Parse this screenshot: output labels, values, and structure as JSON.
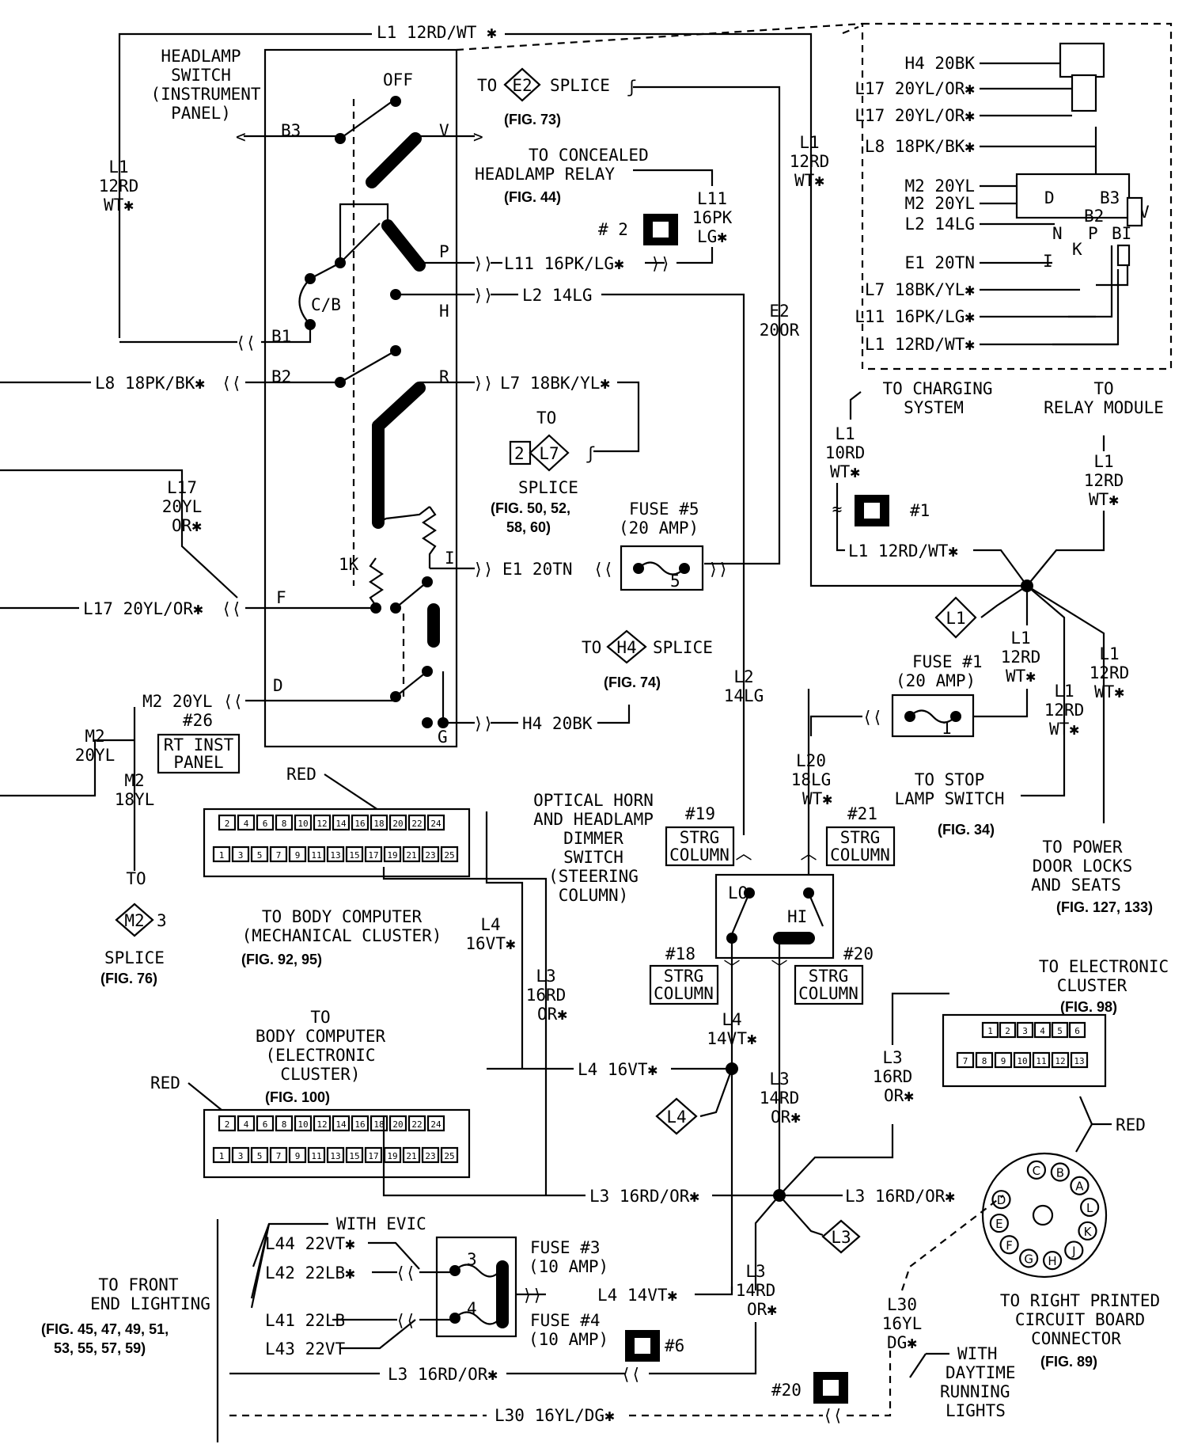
{
  "headlamp_switch": {
    "title": [
      "HEADLAMP",
      "SWITCH",
      "(INSTRUMENT",
      "PANEL)"
    ],
    "terminals": {
      "off": "OFF",
      "b3": "B3",
      "v": "V",
      "p": "P",
      "h": "H",
      "cb": "C/B",
      "b1": "B1",
      "b2": "B2",
      "r": "R",
      "i": "I",
      "f": "F",
      "d": "D",
      "g": "G",
      "onek": "1K"
    }
  },
  "wires": {
    "l1_top": "L1 12RD/WT ✱",
    "l1_left": [
      "L1",
      "12RD",
      "WT✱"
    ],
    "l1_right": [
      "L1",
      "12RD",
      "WT✱"
    ],
    "l11": "L11 16PK/LG✱",
    "l11_vert": [
      "L11",
      "16PK",
      "LG✱"
    ],
    "l2": "L2 14LG",
    "l2_vert": [
      "L2",
      "14LG"
    ],
    "e2_vert": [
      "E2",
      "20OR"
    ],
    "l8": "L8 18PK/BK✱",
    "l7": "L7 18BK/YL✱",
    "l17_vert": [
      "L17",
      "20YL",
      "OR✱"
    ],
    "l17": "L17 20YL/OR✱",
    "e1": "E1 20TN",
    "m2": "M2 20YL",
    "m2_vert": [
      "M2",
      "20YL"
    ],
    "m2_18": [
      "M2",
      "18YL"
    ],
    "h4": "H4 20BK",
    "l1_charge": [
      "L1",
      "10RD",
      "WT✱"
    ],
    "l1_relay": [
      "L1",
      "12RD",
      "WT✱"
    ],
    "l1_splice": "L1 12RD/WT✱",
    "l1_fuse1": [
      "L1",
      "12RD",
      "WT✱"
    ],
    "l1_stop": [
      "L1",
      "12RD",
      "WT✱"
    ],
    "l1_power": [
      "L1",
      "12RD",
      "WT✱"
    ],
    "l20": [
      "L20",
      "18LG",
      "WT✱"
    ],
    "l4_vert_mid": [
      "L4",
      "16VT✱"
    ],
    "l3_vert_mid": [
      "L3",
      "16RD",
      "OR✱"
    ],
    "l4_body": "L4 16VT✱",
    "l4_14": [
      "L4",
      "14VT✱"
    ],
    "l3_14": [
      "L3",
      "14RD",
      "OR✱"
    ],
    "l3_16_right": [
      "L3",
      "16RD",
      "OR✱"
    ],
    "l3_body": "L3 16RD/OR✱",
    "l3_right": "L3 16RD/OR✱",
    "l3_14_low": [
      "L3",
      "14RD",
      "OR✱"
    ],
    "l4_fuse": "L4 14VT✱",
    "l30_vert": [
      "L30",
      "16YL",
      "DG✱"
    ],
    "l44": "L44 22VT✱",
    "l42": "L42 22LB✱",
    "l41": "L41 22LB",
    "l43": "L43 22VT",
    "l3_bottom": "L3 16RD/OR✱",
    "l30_bottom": "L30 16YL/DG✱"
  },
  "labels": {
    "to_e2": "TO",
    "e2": "E2",
    "splice": "SPLICE",
    "fig73": "(FIG. 73)",
    "concealed": [
      "TO CONCEALED",
      "HEADLAMP RELAY"
    ],
    "fig44": "(FIG. 44)",
    "to": "TO",
    "l7_splice_num": "2",
    "l7_splice_id": "L7",
    "fig50": [
      "(FIG. 50, 52,",
      "58, 60)"
    ],
    "fuse5": [
      "FUSE #5",
      "(20 AMP)"
    ],
    "fuse5_num": "5",
    "h4": "H4",
    "fig74": "(FIG. 74)",
    "rt_inst": [
      "RT INST",
      "PANEL"
    ],
    "conn26": "#26",
    "red": "RED",
    "m2_id": "M2",
    "m2_num": "3",
    "fig76": "(FIG. 76)",
    "body_mech": [
      "TO BODY COMPUTER",
      "(MECHANICAL CLUSTER)"
    ],
    "fig92": "(FIG. 92, 95)",
    "body_elec": [
      "TO",
      "BODY COMPUTER",
      "(ELECTRONIC",
      "CLUSTER)"
    ],
    "fig100": "(FIG. 100)",
    "horn": [
      "OPTICAL HORN",
      "AND HEADLAMP",
      "DIMMER",
      "SWITCH",
      "(STEERING",
      "COLUMN)"
    ],
    "strg": [
      "STRG",
      "COLUMN"
    ],
    "c19": "#19",
    "c21": "#21",
    "c18": "#18",
    "c20": "#20",
    "lo": "LO",
    "hi": "HI",
    "charging": [
      "TO CHARGING",
      "SYSTEM"
    ],
    "relay_module": [
      "TO",
      "RELAY MODULE"
    ],
    "conn1": "#1",
    "conn2": "# 2",
    "conn6": "#6",
    "conn20": "#20",
    "l1_diamond": "L1",
    "fuse1": [
      "FUSE #1",
      "(20 AMP)"
    ],
    "fuse1_num": "1",
    "stop_lamp": [
      "TO STOP",
      "LAMP SWITCH"
    ],
    "fig34": "(FIG. 34)",
    "power_locks": [
      "TO POWER",
      "DOOR LOCKS",
      "AND SEATS"
    ],
    "fig127": "(FIG. 127, 133)",
    "elec_cluster": [
      "TO ELECTRONIC",
      "CLUSTER"
    ],
    "fig98": "(FIG. 98)",
    "l4_diamond": "L4",
    "l3_diamond": "L3",
    "right_pcb": [
      "TO RIGHT PRINTED",
      "CIRCUIT BOARD",
      "CONNECTOR"
    ],
    "fig89": "(FIG. 89)",
    "with_evic": "WITH EVIC",
    "front_end": [
      "TO FRONT",
      "END LIGHTING"
    ],
    "fig45": [
      "(FIG. 45, 47, 49, 51,",
      "53, 55, 57, 59)"
    ],
    "fuse3": [
      "FUSE #3",
      "(10 AMP)"
    ],
    "fuse4": [
      "FUSE #4",
      "(10 AMP)"
    ],
    "fuse3_num": "3",
    "fuse4_num": "4",
    "with_drl": [
      "WITH",
      "DAYTIME",
      "RUNNING",
      "LIGHTS"
    ]
  },
  "inset": {
    "wires": [
      "H4 20BK",
      "L17 20YL/OR✱",
      "L17 20YL/OR✱",
      "L8 18PK/BK✱",
      "M2 20YL",
      "M2 20YL",
      "L2 14LG",
      "E1 20TN",
      "L7 18BK/YL✱",
      "L11 16PK/LG✱",
      "L1 12RD/WT✱"
    ],
    "pins": {
      "d": "D",
      "b3": "B3",
      "b2": "B2",
      "n": "N",
      "p": "P",
      "v": "V",
      "bi": "BI",
      "i": "I",
      "k": "K"
    }
  },
  "connectors": {
    "body_top_pins": [
      "2",
      "4",
      "6",
      "8",
      "10",
      "12",
      "14",
      "16",
      "18",
      "20",
      "22",
      "24"
    ],
    "body_bottom_pins": [
      "1",
      "3",
      "5",
      "7",
      "9",
      "11",
      "13",
      "15",
      "17",
      "19",
      "21",
      "23",
      "25"
    ],
    "elec_top_pins": [
      "1",
      "2",
      "3",
      "4",
      "5",
      "6"
    ],
    "elec_bottom_pins": [
      "7",
      "8",
      "9",
      "10",
      "11",
      "12",
      "13"
    ],
    "round_pins": [
      "A",
      "B",
      "C",
      "D",
      "E",
      "F",
      "G",
      "H",
      "J",
      "K",
      "L"
    ]
  }
}
